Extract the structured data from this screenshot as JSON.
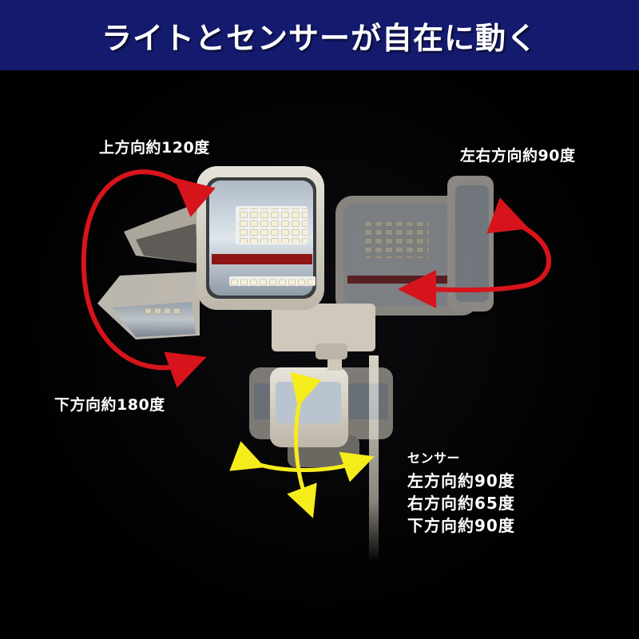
{
  "header": {
    "title": "ライトとセンサーが自在に動く",
    "background_color": "#141a6e"
  },
  "light_labels": {
    "up": "上方向約120度",
    "left_right": "左右方向約90度",
    "down": "下方向約180度"
  },
  "sensor": {
    "title": "センサー",
    "lines": [
      "左方向約90度",
      "右方向約65度",
      "下方向約90度"
    ]
  },
  "colors": {
    "light_arrow": "#d7141b",
    "sensor_arrow": "#f5ec1c",
    "housing": "#d9d3c7",
    "background": "#000000"
  },
  "icons": {
    "light_rotation_arrow": "red-curved-double-arrow",
    "sensor_rotation_arrow": "yellow-cross-double-arrow"
  }
}
